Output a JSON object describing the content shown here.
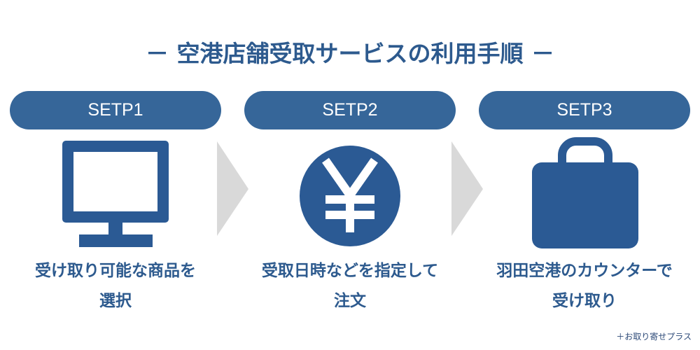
{
  "title": "－ 空港店舗受取サービスの利用手順 －",
  "steps": [
    {
      "label": "SETP1",
      "icon": "monitor-icon",
      "caption_line1": "受け取り可能な商品を",
      "caption_line2": "選択"
    },
    {
      "label": "SETP2",
      "icon": "yen-icon",
      "caption_line1": "受取日時などを指定して",
      "caption_line2": "注文"
    },
    {
      "label": "SETP3",
      "icon": "bag-icon",
      "caption_line1": "羽田空港のカウンターで",
      "caption_line2": "受け取り"
    }
  ],
  "credit": "＋お取り寄せプラス",
  "colors": {
    "pill": "#366699",
    "icon": "#2b5a94",
    "arrow": "#d9d9d9",
    "text": "#2d5a8e"
  }
}
